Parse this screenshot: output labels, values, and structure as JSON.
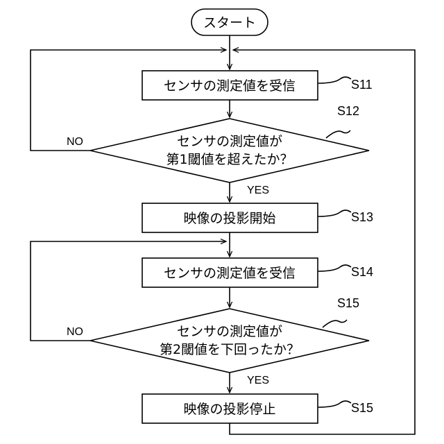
{
  "start": {
    "label": "スタート"
  },
  "steps": {
    "s11": {
      "label": "センサの測定値を受信",
      "id": "S11"
    },
    "s12": {
      "line1": "センサの測定値が",
      "line2": "第1閾値を超えたか？",
      "id": "S12",
      "yes": "YES",
      "no": "NO"
    },
    "s13": {
      "label": "映像の投影開始",
      "id": "S13"
    },
    "s14": {
      "label": "センサの測定値を受信",
      "id": "S14"
    },
    "s15d": {
      "line1": "センサの測定値が",
      "line2": "第2閾値を下回ったか？",
      "id": "S15",
      "yes": "YES",
      "no": "NO"
    },
    "s15": {
      "label": "映像の投影停止",
      "id": "S15"
    }
  }
}
